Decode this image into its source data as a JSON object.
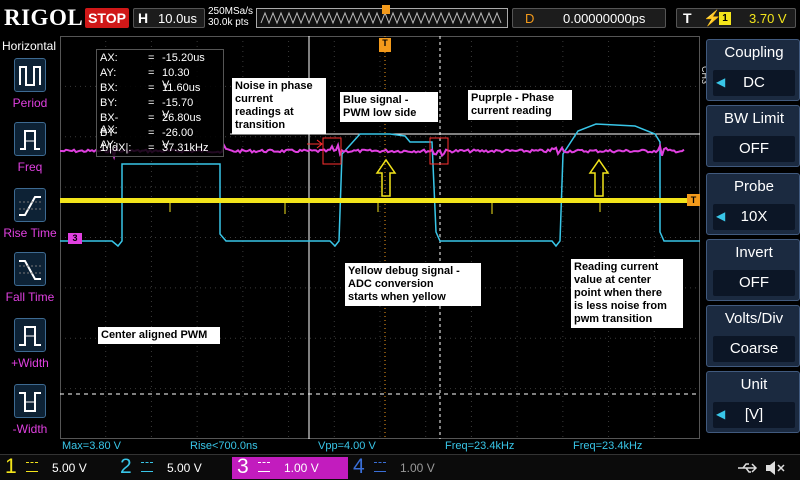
{
  "brand": "RIGOL",
  "run_state": "STOP",
  "horizontal": {
    "label": "H",
    "value": "10.0us",
    "sample_rate": "250MSa/s",
    "mem_depth": "30.0k pts"
  },
  "delay": {
    "label": "D",
    "value": "0.00000000ps"
  },
  "trigger": {
    "label": "T",
    "edge": "⚡",
    "source": "1",
    "level": "3.70 V"
  },
  "left_panel": {
    "title": "Horizontal",
    "items": [
      {
        "label": "Period",
        "icon": "period-icon"
      },
      {
        "label": "Freq",
        "icon": "freq-icon"
      },
      {
        "label": "Rise Time",
        "icon": "rise-time-icon"
      },
      {
        "label": "Fall Time",
        "icon": "fall-time-icon"
      },
      {
        "label": "+Width",
        "icon": "positive-width-icon"
      },
      {
        "label": "-Width",
        "icon": "negative-width-icon"
      }
    ]
  },
  "cursor_readout": [
    {
      "k": "AX:",
      "v": "-15.20us"
    },
    {
      "k": "AY:",
      "v": "10.30 V"
    },
    {
      "k": "BX:",
      "v": "11.60us"
    },
    {
      "k": "BY:",
      "v": "-15.70 V"
    },
    {
      "k": "BX-AX:",
      "v": "26.80us"
    },
    {
      "k": "BY-AY:",
      "v": "-26.00 V"
    },
    {
      "k": "1/|dX|:",
      "v": "37.31kHz"
    }
  ],
  "annotations": {
    "noise": "Noise in phase\ncurrent\nreadings at\ntransition",
    "blue": "Blue   signal -\nPWM low side",
    "purple": "Puprple - Phase\ncurrent reading",
    "yellow": "Yellow debug signal -\nADC conversion\nstarts when yellow",
    "reading": "Reading current\nvalue at center\npoint when there\nis less noise from\npwm transition",
    "center": "Center aligned PWM"
  },
  "measurements": [
    {
      "text": "Max=3.80 V"
    },
    {
      "text": "Rise<700.0ns"
    },
    {
      "text": "Vpp=4.00 V"
    },
    {
      "text": "Freq=23.4kHz"
    },
    {
      "text": "Freq=23.4kHz"
    }
  ],
  "channels": [
    {
      "num": "1",
      "scale": "5.00 V",
      "color": "#f3e51b"
    },
    {
      "num": "2",
      "scale": "5.00 V",
      "color": "#39c6e8"
    },
    {
      "num": "3",
      "scale": "1.00 V",
      "color": "#e040e0"
    },
    {
      "num": "4",
      "scale": "1.00 V",
      "color": "#3a6fd8"
    }
  ],
  "right_panel": {
    "channel_tab": "CH3",
    "menus": [
      {
        "title": "Coupling",
        "value": "DC"
      },
      {
        "title": "BW Limit",
        "value": "OFF"
      },
      {
        "title": "Probe",
        "value": "10X"
      },
      {
        "title": "Invert",
        "value": "OFF"
      },
      {
        "title": "Volts/Div",
        "value": "Coarse"
      },
      {
        "title": "Unit",
        "value": "[V]"
      }
    ]
  },
  "markers": {
    "ch3_ground": "3",
    "trigger_level": "T",
    "trigger_pos": "T"
  },
  "colors": {
    "ch1": "#f3e51b",
    "ch2": "#39c6e8",
    "ch3": "#e040e0",
    "ch4": "#3a6fd8",
    "trigger": "#f39a1b",
    "stop": "#d01818"
  }
}
